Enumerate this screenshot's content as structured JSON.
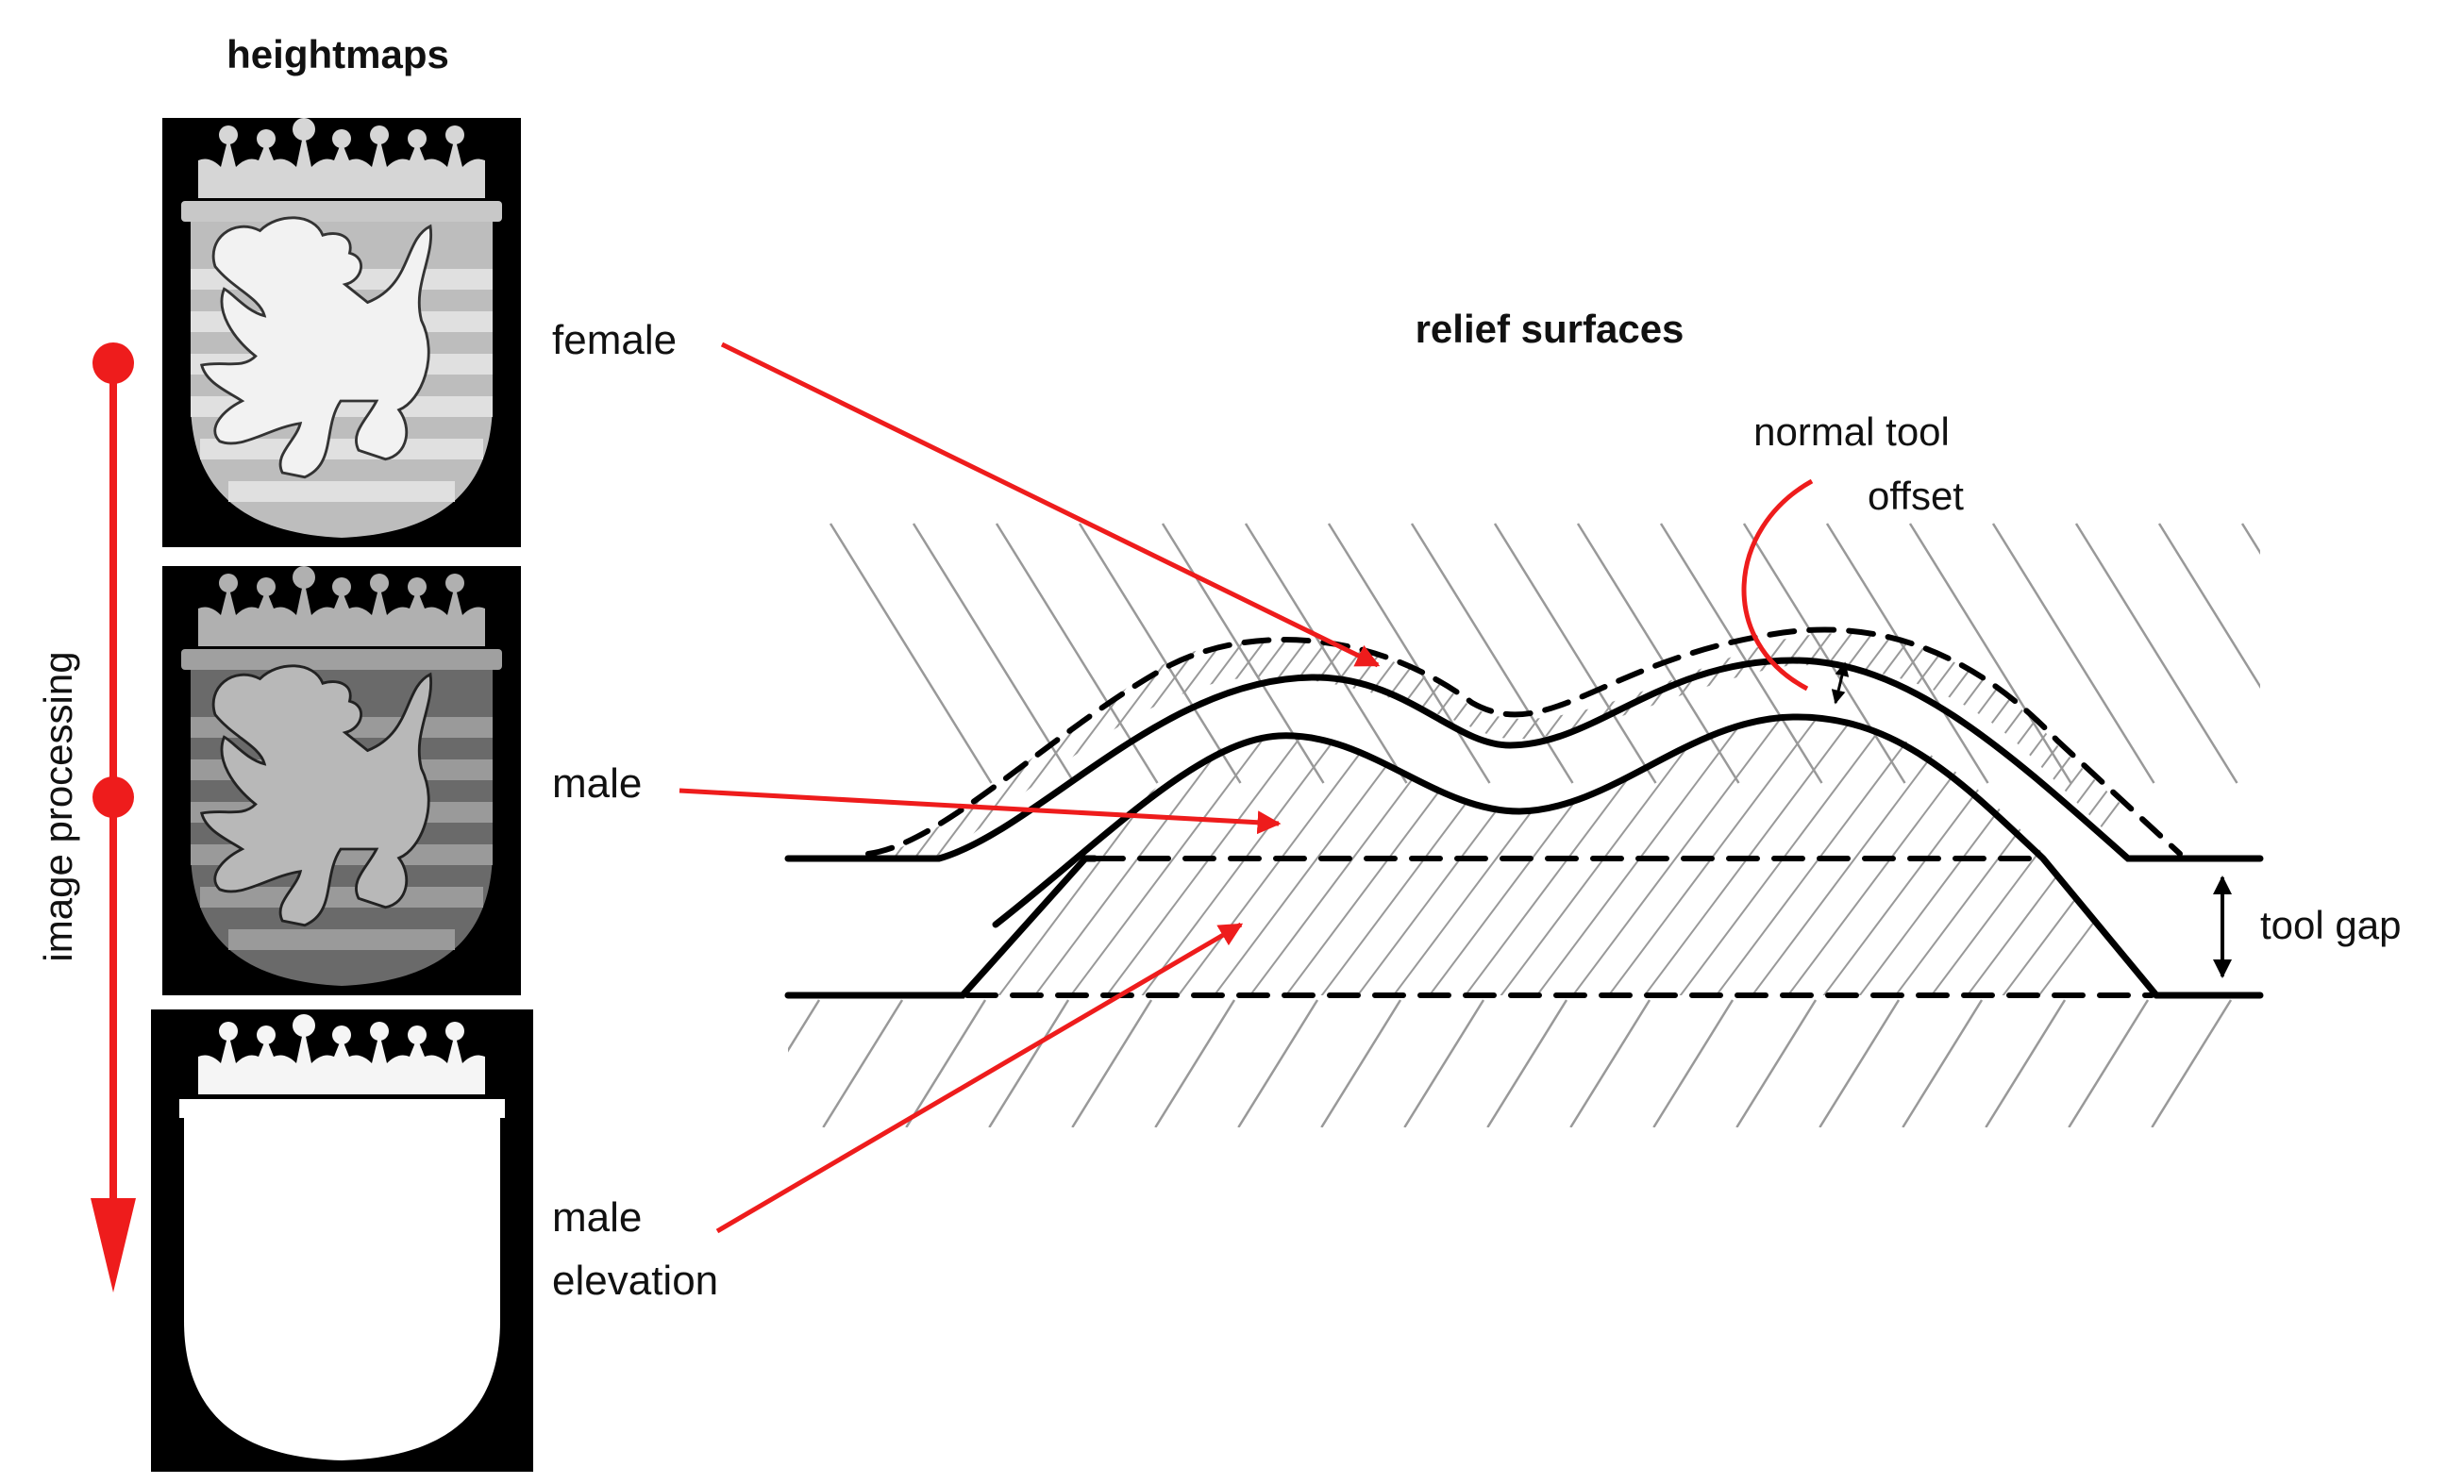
{
  "titles": {
    "heightmaps": "heightmaps",
    "relief_surfaces": "relief surfaces"
  },
  "labels": {
    "image_processing": "image processing",
    "female": "female",
    "male": "male",
    "male_elevation_line1": "male",
    "male_elevation_line2": "elevation",
    "normal_tool_offset_line1": "normal tool",
    "normal_tool_offset_line2": "offset",
    "tool_gap": "tool gap"
  },
  "heightmaps": [
    {
      "name": "coat-of-arms-light",
      "background": "#000000",
      "shield_fill": "#bdbdbd",
      "stripe_fill": "#e0e0e0",
      "lion_fill": "#f2f2f2",
      "crown_fill": "#d6d6d6"
    },
    {
      "name": "coat-of-arms-dark",
      "background": "#000000",
      "shield_fill": "#6a6a6a",
      "stripe_fill": "#9a9a9a",
      "lion_fill": "#b8b8b8",
      "crown_fill": "#b0b0b0"
    },
    {
      "name": "elevation-mask",
      "background": "#000000",
      "shield_fill": "#ffffff",
      "crown_fill": "#f5f5f5"
    }
  ],
  "colors": {
    "accent_red": "#ee1c1c",
    "surface_line": "#000000",
    "hatch": "#888888"
  }
}
